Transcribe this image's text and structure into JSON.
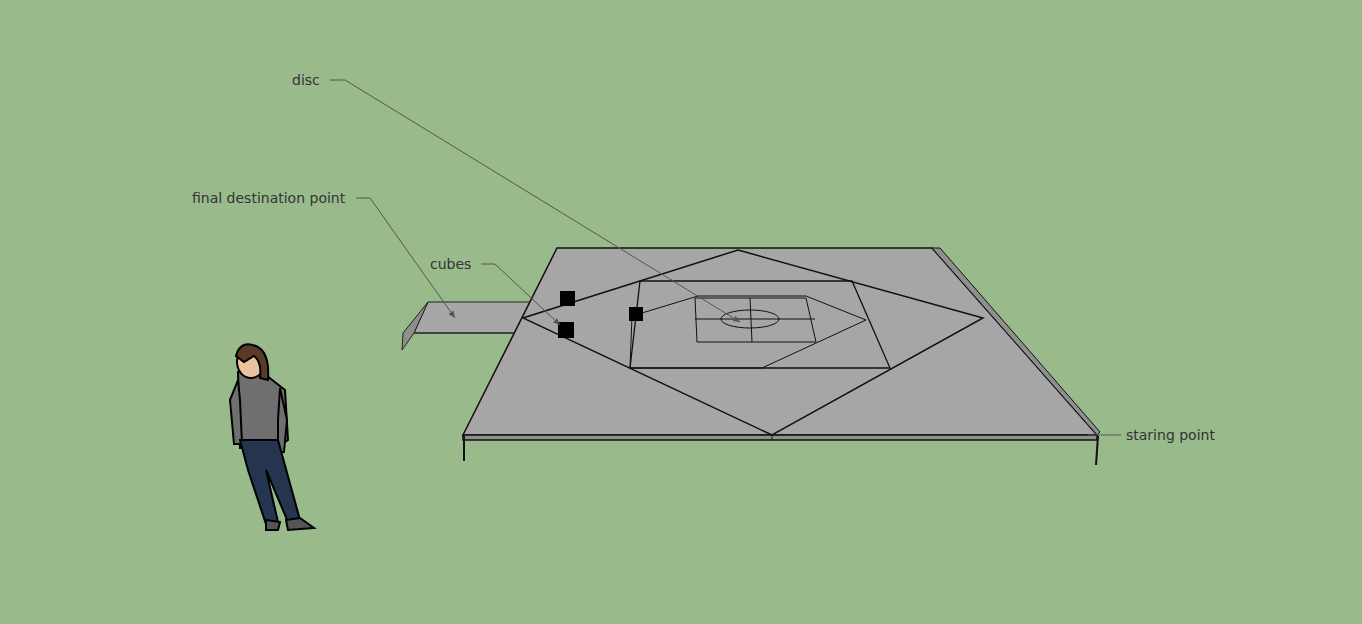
{
  "diagram": {
    "labels": [
      "disc",
      "final destination point",
      "cubes",
      "staring point"
    ]
  }
}
